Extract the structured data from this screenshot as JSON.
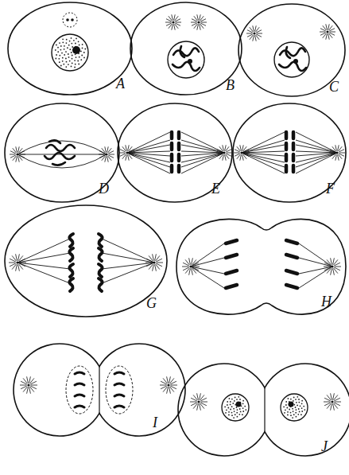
{
  "diagram": {
    "nodes": [
      {
        "text": [
          "A"
        ]
      },
      {
        "text": [
          "B"
        ]
      },
      {
        "text": [
          "C"
        ]
      },
      {
        "text": [
          "D"
        ]
      },
      {
        "text": [
          "E"
        ]
      },
      {
        "text": [
          "F"
        ]
      },
      {
        "text": [
          "G"
        ]
      },
      {
        "text": [
          "H"
        ]
      },
      {
        "text": [
          "I"
        ]
      },
      {
        "text": [
          "J"
        ]
      }
    ]
  }
}
